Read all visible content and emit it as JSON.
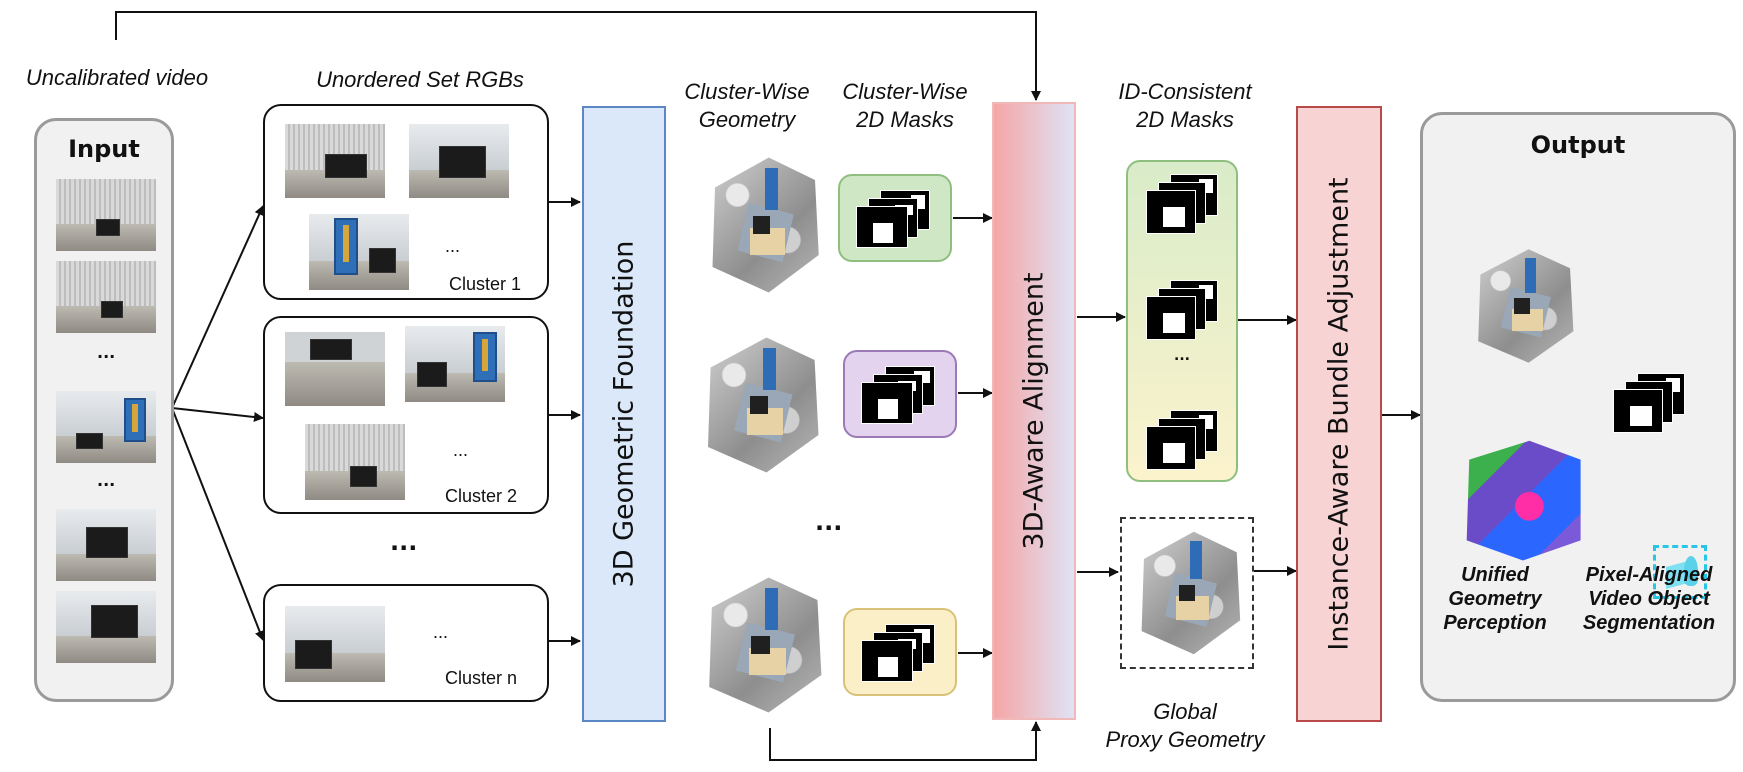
{
  "labels": {
    "uncalibrated_video": "Uncalibrated video",
    "unordered_set": "Unordered Set RGBs",
    "cluster_wise_geometry": "Cluster-Wise\nGeometry",
    "cluster_wise_masks": "Cluster-Wise\n2D Masks",
    "id_consistent_masks": "ID-Consistent\n2D Masks",
    "global_proxy_geometry": "Global\nProxy Geometry",
    "unified_geometry": "Unified\nGeometry\nPerception",
    "pixel_aligned_vos": "Pixel-Aligned\nVideo Object\nSegmentation"
  },
  "input": {
    "title": "Input",
    "ellipsis_1": "...",
    "ellipsis_2": "..."
  },
  "output": {
    "title": "Output"
  },
  "clusters": [
    {
      "label": "Cluster 1",
      "ellipsis": "..."
    },
    {
      "label": "Cluster 2",
      "ellipsis": "..."
    },
    {
      "label": "Cluster n",
      "ellipsis": "..."
    }
  ],
  "cluster_gap_ellipsis": "...",
  "geometry_gap_ellipsis": "...",
  "id_masks_ellipsis": "...",
  "blocks": {
    "foundation": "3D Geometric Foundation",
    "alignment": "3D-Aware Alignment",
    "bundle": "Instance-Aware Bundle Adjustment"
  },
  "colors": {
    "foundation_fill": "#dbe8f9",
    "foundation_border": "#5b87c4",
    "alignment_fill_start": "#f4a6a6",
    "alignment_fill_end": "#dfe3f5",
    "alignment_border": "#f0b8b8",
    "bundle_fill": "#f8d3d3",
    "bundle_border": "#b84a4a",
    "mask_green": "#cfe7c4",
    "mask_purple": "#e3d3ee",
    "mask_yellow": "#fbefc7",
    "id_mask_top": "#d9ebc9",
    "id_mask_bottom": "#fbf3cc",
    "loop_arrow": "#e00000"
  }
}
